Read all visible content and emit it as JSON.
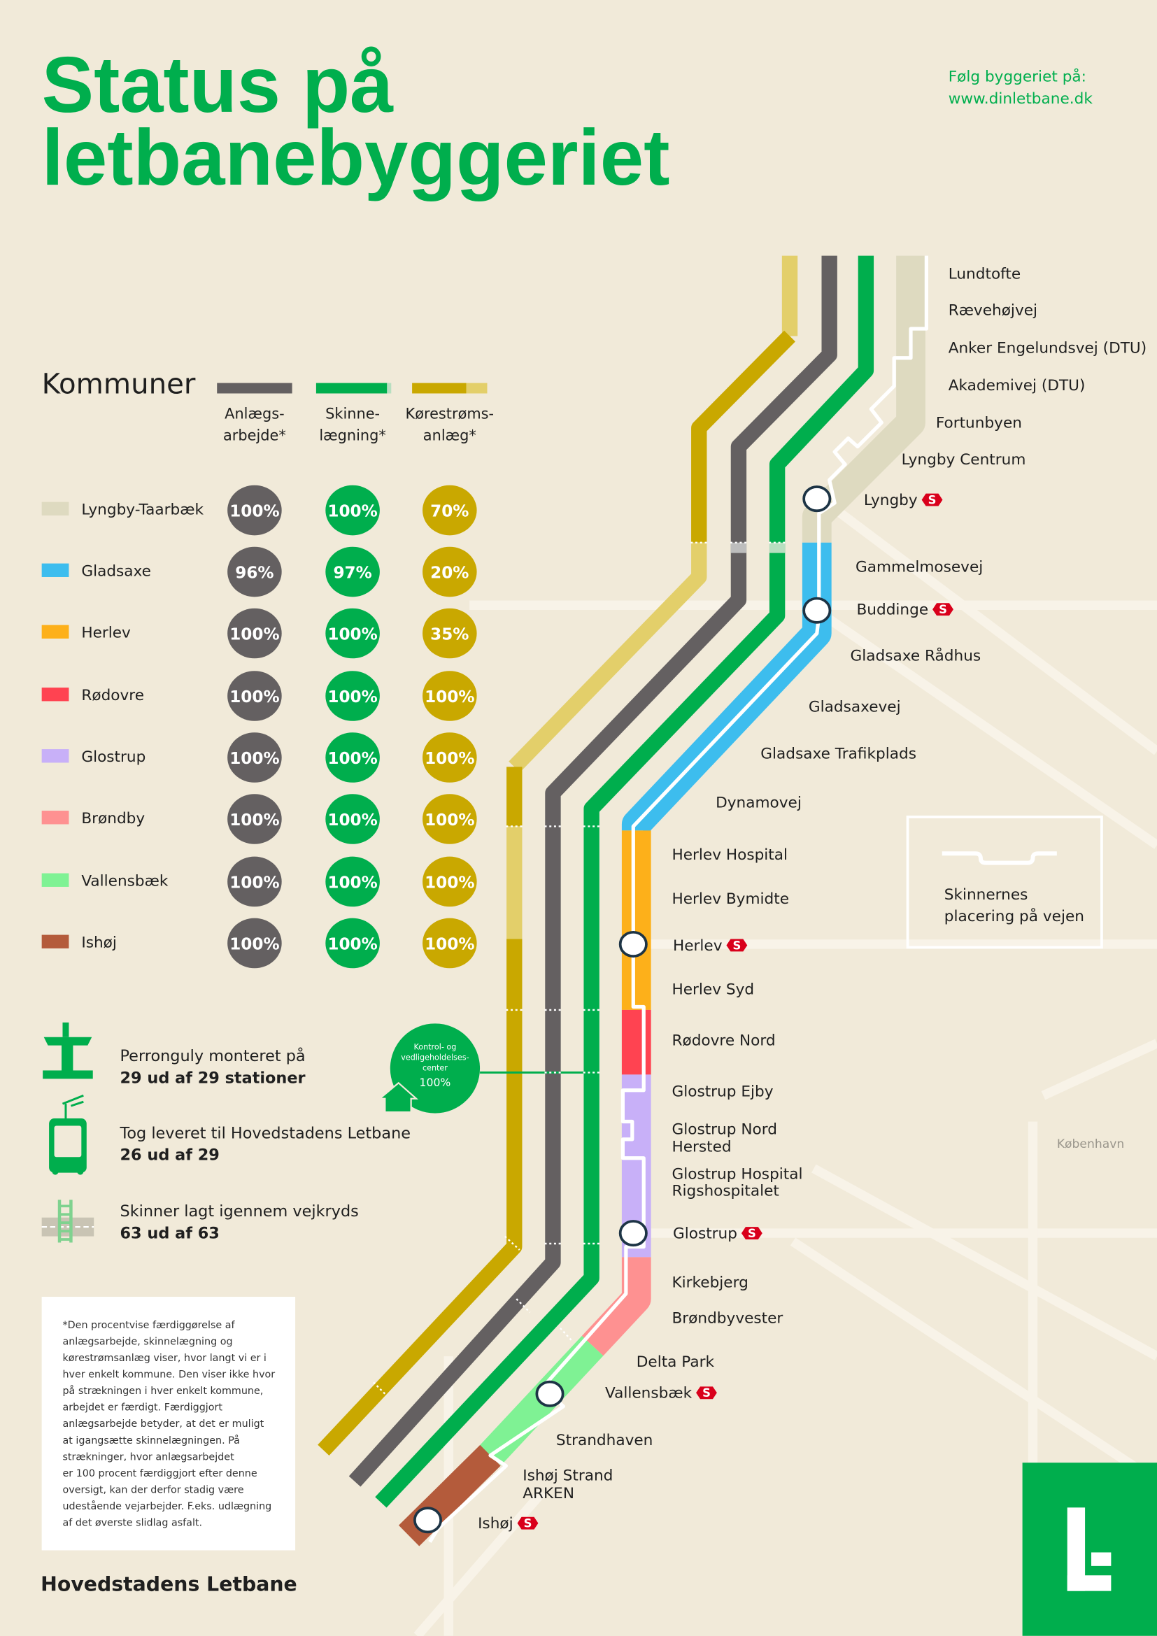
{
  "header": {
    "title_line1": "Status på",
    "title_line2": "letbanebyggeriet",
    "follow_label": "Følg byggeriet på:",
    "follow_url": "www.dinletbane.dk"
  },
  "colors": {
    "brand_green": "#00ae4d",
    "anlaeg_gray": "#646061",
    "koerestroem_gold": "#c9a800",
    "koerestroem_light": "#e3cf6a",
    "s_tog_red": "#d9001b"
  },
  "kommuner": {
    "title": "Kommuner",
    "columns": [
      {
        "line1": "Anlægs-",
        "line2": "arbejde*"
      },
      {
        "line1": "Skinne-",
        "line2": "lægning*"
      },
      {
        "line1": "Kørestrøms-",
        "line2": "anlæg*"
      }
    ],
    "rows": [
      {
        "name": "Lyngby-Taarbæk",
        "color": "#dedac0",
        "anlaeg": "100%",
        "skinne": "100%",
        "koerestroem": "70%"
      },
      {
        "name": "Gladsaxe",
        "color": "#3dbdee",
        "anlaeg": "96%",
        "skinne": "97%",
        "koerestroem": "20%"
      },
      {
        "name": "Herlev",
        "color": "#fdb01a",
        "anlaeg": "100%",
        "skinne": "100%",
        "koerestroem": "35%"
      },
      {
        "name": "Rødovre",
        "color": "#ff4351",
        "anlaeg": "100%",
        "skinne": "100%",
        "koerestroem": "100%"
      },
      {
        "name": "Glostrup",
        "color": "#c8b0f8",
        "anlaeg": "100%",
        "skinne": "100%",
        "koerestroem": "100%"
      },
      {
        "name": "Brøndby",
        "color": "#fe9191",
        "anlaeg": "100%",
        "skinne": "100%",
        "koerestroem": "100%"
      },
      {
        "name": "Vallensbæk",
        "color": "#7ff294",
        "anlaeg": "100%",
        "skinne": "100%",
        "koerestroem": "100%"
      },
      {
        "name": "Ishøj",
        "color": "#b45b3b",
        "anlaeg": "100%",
        "skinne": "100%",
        "koerestroem": "100%"
      }
    ]
  },
  "stats": [
    {
      "icon": "platform-icon",
      "line1": "Perronguly monteret på",
      "line2": "29 ud af 29 stationer"
    },
    {
      "icon": "tram-icon",
      "line1": "Tog leveret til Hovedstadens Letbane",
      "line2": "26 ud af 29"
    },
    {
      "icon": "rail-crossing-icon",
      "line1": "Skinner lagt igennem vejkryds",
      "line2": "63 ud af 63"
    }
  ],
  "kontrol_center": {
    "line1": "Kontrol- og",
    "line2": "vedligeholdelses-",
    "line3": "center",
    "value": "100%"
  },
  "footnote": [
    "*Den procentvise færdiggørelse af",
    "anlægsarbejde, skinnelægning og",
    "kørestrømsanlæg viser, hvor langt vi er i",
    "hver enkelt kommune. Den viser ikke hvor",
    "på strækningen i hver enkelt kommune,",
    "arbejdet er færdigt. Færdiggjort",
    "anlægsarbejde betyder, at det er muligt",
    "at igangsætte skinnelægningen. På",
    "strækninger, hvor anlægsarbejdet",
    "er 100 procent færdiggjort efter denne",
    "oversigt, kan der derfor stadig være",
    "udestående vejarbejder. F.eks. udlægning",
    "af det øverste slidlag asfalt."
  ],
  "footer": {
    "brand": "Hovedstadens Letbane"
  },
  "map": {
    "s_badge": "S",
    "legend": {
      "line1": "Skinnernes",
      "line2": "placering på vejen"
    },
    "city_label": "København",
    "stations": [
      "Lundtofte",
      "Rævehøjvej",
      "Anker Engelundsvej (DTU)",
      "Akademivej (DTU)",
      "Fortunbyen",
      "Lyngby Centrum",
      "Lyngby",
      "Gammelmosevej",
      "Buddinge",
      "Gladsaxe Rådhus",
      "Gladsaxevej",
      "Gladsaxe Trafikplads",
      "Dynamovej",
      "Herlev Hospital",
      "Herlev Bymidte",
      "Herlev",
      "Herlev Syd",
      "Rødovre Nord",
      "Glostrup Ejby",
      "Glostrup Nord",
      "Hersted",
      "Glostrup Hospital",
      "Rigshospitalet",
      "Glostrup",
      "Kirkebjerg",
      "Brøndbyvester",
      "Delta Park",
      "Vallensbæk",
      "Strandhaven",
      "Ishøj Strand",
      "ARKEN",
      "Ishøj"
    ]
  }
}
